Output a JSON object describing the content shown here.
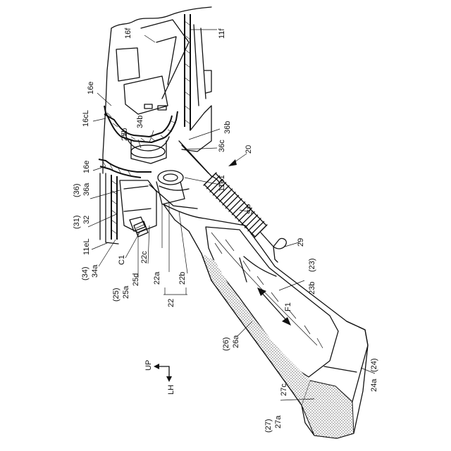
{
  "labels": {
    "l_16f": "16f",
    "l_11f": "11f",
    "l_16e_top": "16e",
    "l_16cL": "16cL",
    "l_25b": "25b",
    "l_34b": "34b",
    "l_36b": "36b",
    "l_36c": "36c",
    "l_20": "20",
    "l_16e_bot": "16e",
    "l_36_paren": "(36)",
    "l_36a": "36a",
    "l_11e1": "11e1",
    "l_31_paren": "(31)",
    "l_32": "32",
    "l_SP": "SP",
    "l_11eL": "11eL",
    "l_34_paren": "(34)",
    "l_34a": "34a",
    "l_C1": "C1",
    "l_22c": "22c",
    "l_29": "29",
    "l_25_paren": "(25)",
    "l_25a": "25a",
    "l_25d": "25d",
    "l_22a": "22a",
    "l_22b": "22b",
    "l_23b": "23b",
    "l_23_paren": "(23)",
    "l_22": "22",
    "l_F1": "F1",
    "l_26_paren": "(26)",
    "l_26a": "26a",
    "l_UP": "UP",
    "l_LH": "LH",
    "l_24a": "24a",
    "l_24_paren": "(24)",
    "l_27c": "27c",
    "l_27_paren": "(27)",
    "l_27a": "27a"
  }
}
